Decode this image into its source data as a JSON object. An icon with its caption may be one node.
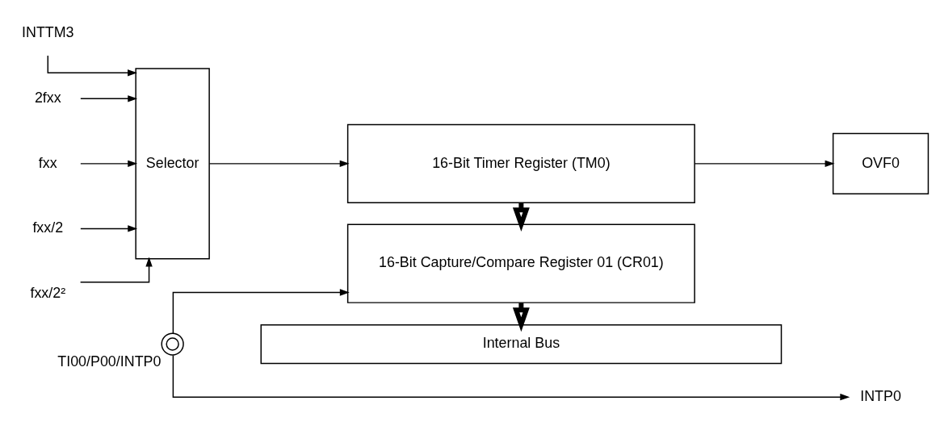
{
  "diagram": {
    "nodes": [
      {
        "text": [
          "INTTM3"
        ]
      },
      {
        "text": [
          "2fxx"
        ]
      },
      {
        "text": [
          "fxx"
        ]
      },
      {
        "text": [
          "fxx/2"
        ]
      },
      {
        "text": [
          "fxx/2²"
        ]
      },
      {
        "text": [
          "Selector"
        ]
      },
      {
        "text": [
          "16-Bit Timer Register (TM0)"
        ]
      },
      {
        "text": [
          "OVF0"
        ]
      },
      {
        "text": [
          "16-Bit Capture/Compare Register 01 (CR01)"
        ]
      },
      {
        "text": [],
        "shape": "circle",
        "beside": [
          "TI00/P00/INTP0"
        ]
      },
      {
        "text": [
          "INTP0"
        ]
      },
      {
        "text": [
          "Internal Bus"
        ]
      }
    ],
    "edges": [
      {
        "from": 0,
        "to": 5,
        "arrow": "to"
      },
      {
        "from": 1,
        "to": 5,
        "arrow": "to"
      },
      {
        "from": 2,
        "to": 5,
        "arrow": "to"
      },
      {
        "from": 3,
        "to": 5,
        "arrow": "to"
      },
      {
        "from": 4,
        "to": 5,
        "arrow": "to"
      },
      {
        "from": 5,
        "to": 6,
        "arrow": "to"
      },
      {
        "from": 6,
        "to": 7,
        "arrow": "to"
      },
      {
        "from": 6,
        "to": 8,
        "arrow": "to",
        "style": "thick"
      },
      {
        "from": 9,
        "to": 8,
        "arrow": "to"
      },
      {
        "from": 9,
        "to": 10,
        "arrow": "to"
      },
      {
        "from": 8,
        "to": 11,
        "arrow": "to",
        "style": "thick"
      }
    ]
  }
}
